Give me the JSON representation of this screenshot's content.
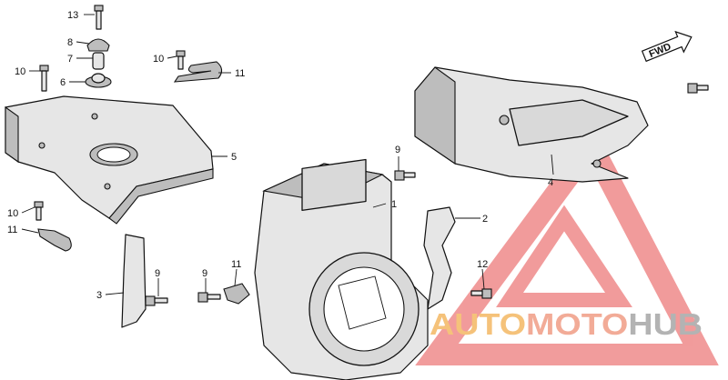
{
  "direction_label": "FWD",
  "watermark": {
    "word_a": "AUTO",
    "word_b": "MOTO",
    "word_c": "HUB",
    "color_a": "#f5c27a",
    "color_b": "#f2ab97",
    "color_c": "#b3b3b3",
    "logo_color": "#e64a4a"
  },
  "callouts": [
    {
      "id": "c13",
      "text": "13"
    },
    {
      "id": "c8",
      "text": "8"
    },
    {
      "id": "c7",
      "text": "7"
    },
    {
      "id": "c6",
      "text": "6"
    },
    {
      "id": "c10a",
      "text": "10"
    },
    {
      "id": "c10b",
      "text": "10"
    },
    {
      "id": "c11a",
      "text": "11"
    },
    {
      "id": "c5",
      "text": "5"
    },
    {
      "id": "c10c",
      "text": "10"
    },
    {
      "id": "c11b",
      "text": "11"
    },
    {
      "id": "c3",
      "text": "3"
    },
    {
      "id": "c9a",
      "text": "9"
    },
    {
      "id": "c9b",
      "text": "9"
    },
    {
      "id": "c11c",
      "text": "11"
    },
    {
      "id": "c1",
      "text": "1"
    },
    {
      "id": "c9c",
      "text": "9"
    },
    {
      "id": "c4",
      "text": "4"
    },
    {
      "id": "c2",
      "text": "2"
    },
    {
      "id": "c12",
      "text": "12"
    }
  ]
}
